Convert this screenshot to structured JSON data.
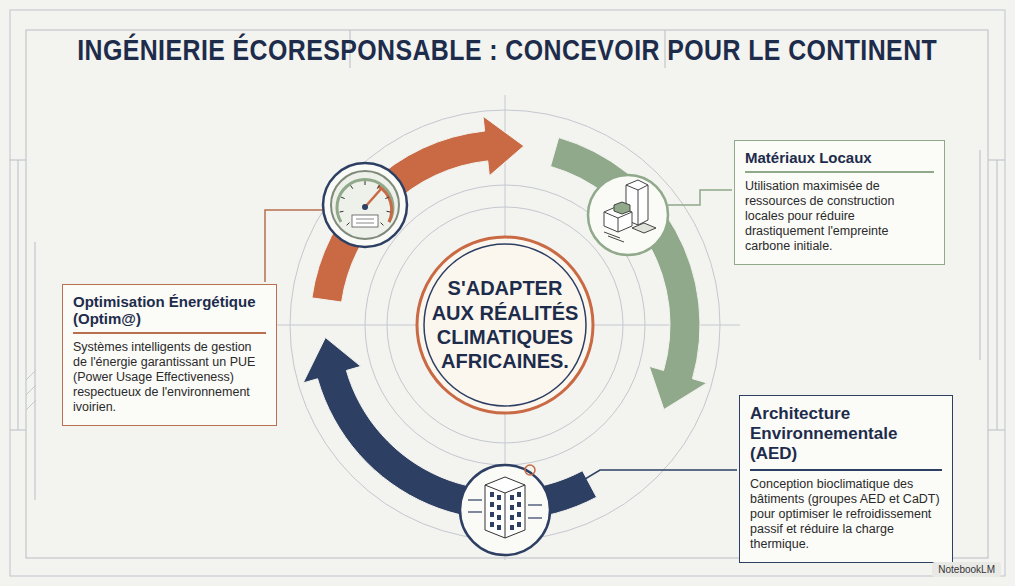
{
  "diagram": {
    "title": "INGÉNIERIE ÉCORESPONSABLE : CONCEVOIR POUR LE CONTINENT",
    "nodes": [
      {
        "text": [
          "S'ADAPTER AUX RÉALITÉS CLIMATIQUES AFRICAINES."
        ]
      },
      {
        "text": [
          "Optimisation Énergétique (Optim@)",
          "Systèmes intelligents de gestion de l'énergie garantissant un PUE (Power Usage Effectiveness) respectueux de l'environnement ivoirien."
        ]
      },
      {
        "text": [
          "Matériaux Locaux",
          "Utilisation maximisée de ressources de construction locales pour réduire drastiquement l'empreinte carbone initiale."
        ]
      },
      {
        "text": [
          "Architecture Environnementale (AED)",
          "Conception bioclimatique des bâtiments (groupes AED et CaDT) pour optimiser le refroidissement passif et réduire la charge thermique."
        ]
      }
    ],
    "labels": [
      "NotebookLM"
    ]
  }
}
